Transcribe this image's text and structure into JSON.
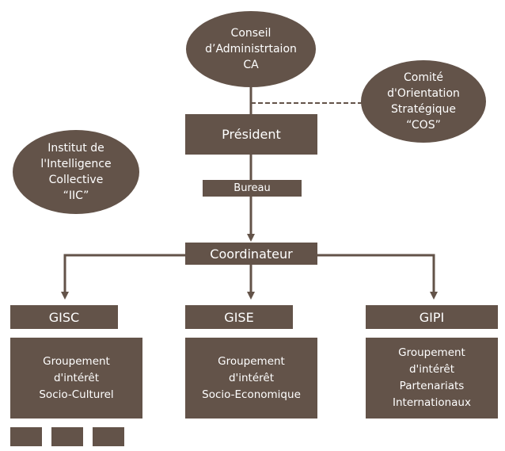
{
  "colors": {
    "node_fill": "#635349",
    "text": "#ffffff",
    "background": "#ffffff"
  },
  "nodes": {
    "ca": {
      "lines": [
        "Conseil",
        "d’Administrtaion",
        "CA"
      ]
    },
    "cos": {
      "lines": [
        "Comité",
        "d'Orientation",
        "Stratégique",
        "“COS”"
      ]
    },
    "iic": {
      "lines": [
        "Institut de",
        "l'Intelligence",
        "Collective",
        "“IIC”"
      ]
    },
    "president": {
      "label": "Président"
    },
    "bureau": {
      "label": "Bureau"
    },
    "coordinateur": {
      "label": "Coordinateur"
    },
    "gisc": {
      "label": "GISC",
      "description": [
        "Groupement",
        "d'intérêt",
        "Socio-Culturel"
      ]
    },
    "gise": {
      "label": "GISE",
      "description": [
        "Groupement",
        "d'intérêt",
        "Socio-Economique"
      ]
    },
    "gipi": {
      "label": "GIPI",
      "description": [
        "Groupement",
        "d'intérêt",
        "Partenariats",
        "Internationaux"
      ]
    }
  },
  "legend_boxes": 3
}
